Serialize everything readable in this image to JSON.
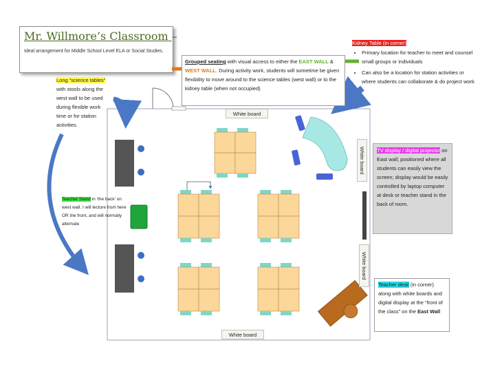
{
  "title": "Mr. Willmore’s Classroom",
  "title_dash": "–",
  "subtitle": "Ideal arrangement for Middle School Level ELA or Social Studies.",
  "grouped_seating": {
    "lead": "Grouped seating",
    "p1": " with visual access to either the ",
    "east": "EAST WALL",
    "amp": " & ",
    "west": "WEST WALL",
    "p2": ".   During activity work, students will sometime be given flexibility to move around to the science tables (west wall) or to the kidney table (when not occupied)"
  },
  "science_tables": {
    "lead": "Long “science tables”",
    "rest": " with stools along the west wall to be used during flexible work time or for station activities."
  },
  "kidney_table": {
    "heading": "Kidney Table (in corner)",
    "bullets": [
      "Primary location for teacher to meet and counsel small groups or individuals",
      "Can also be a location for station activities or where students can collaborate & do project work"
    ]
  },
  "teacher_stand": {
    "lead": "Teacher Stand",
    "rest": " in ‘the back’ on west wall. I will lecture from here OR the front, and will normally alternate"
  },
  "tv_display": {
    "lead": "TV display / digital projector",
    "rest": " on East wall; positioned where all students can easily view the screen; display would be easily controlled by laptop computer at desk or teacher stand in the back of room."
  },
  "teacher_desk": {
    "lead": "Teacher desk",
    "p1": " (in corner) along with white boards and digital display at the “front of the class” on the ",
    "east": "East Wall"
  },
  "whiteboards": {
    "top": "White board",
    "bottom": "White board",
    "right_top": "White board",
    "right_bottom": "White board"
  },
  "colors": {
    "desk": "#fbd79a",
    "chair": "#7fd6c8",
    "science_table": "#555555",
    "stool": "#3a6fc4",
    "teacher_stand": "#1fa53a",
    "kidney": "#a8e8e4",
    "kidney_chair": "#4a63d6",
    "teacher_desk": "#b86a1e",
    "arrow_blue": "#4a78c4"
  }
}
